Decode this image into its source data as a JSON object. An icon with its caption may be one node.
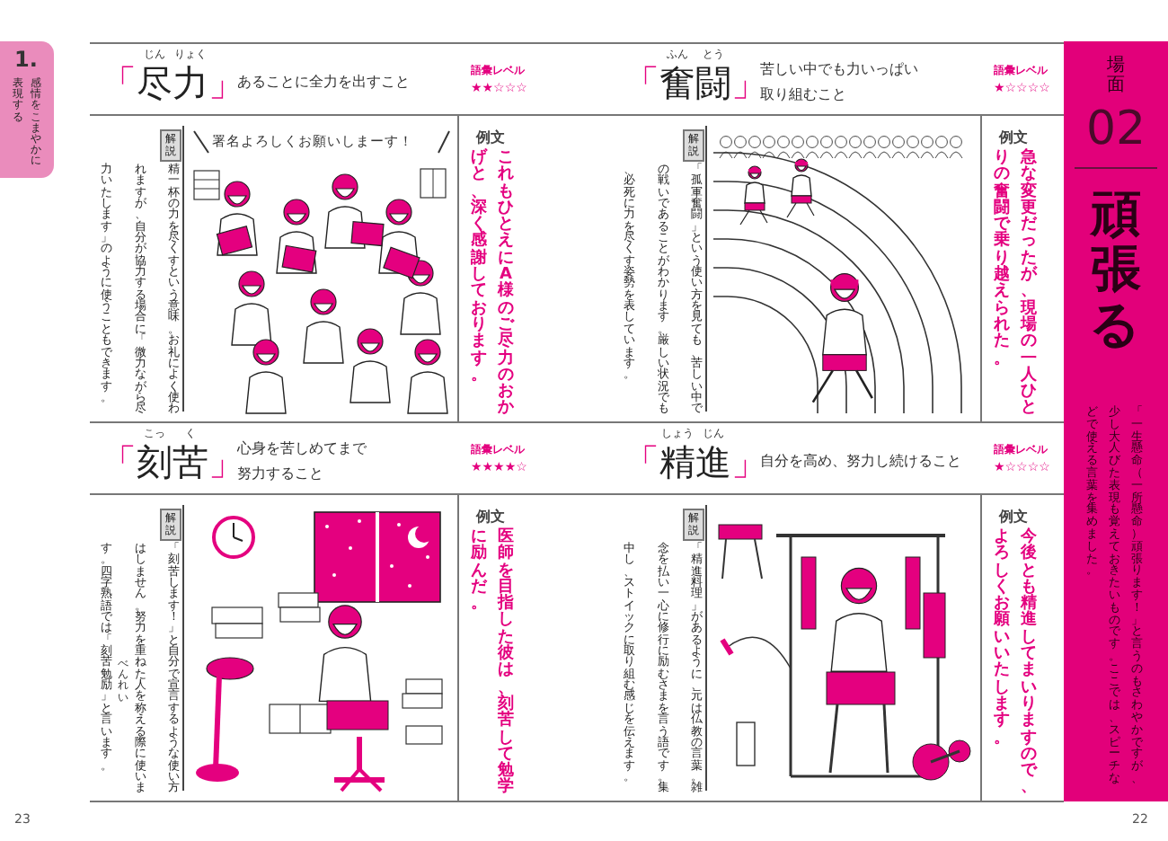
{
  "diagram": {
    "nodes": [
      {
        "text": [
          "1.",
          "感情をこまやかに表現する"
        ]
      },
      {
        "text": [
          "場面",
          "02",
          "頑張る",
          "「一生懸命（一所懸命）頑張ります！」と言うのもさわやかですが、少し大人びた表現も覚えておきたいものです。ここでは、スピーチなどで使える言葉を集めました。"
        ]
      },
      {
        "text": [
          "解説"
        ]
      },
      {
        "text": [
          "解説"
        ]
      },
      {
        "text": [
          "解説"
        ]
      },
      {
        "text": [
          "解説"
        ]
      }
    ],
    "labels": [
      "じん",
      "りょく",
      "「尽力」",
      "あることに全力を出すこと",
      "語彙レベル",
      "★★☆☆☆",
      "精一杯の力を尽くすという意味。お礼によく使われますが、自分が協力する場合に「微力ながら尽力いたします」のように使うこともできます。",
      "署名よろしくお願いしまーす！",
      "例文",
      "これもひとえにA様のご尽力のおかげと、深く感謝しております。",
      "ふん",
      "とう",
      "「奮闘」",
      "苦しい中でも力いっぱい取り組むこと",
      "語彙レベル",
      "★☆☆☆☆",
      "「孤軍奮闘」という使い方を見ても、苦しい中での戦いであることがわかります。厳しい状況でも、必死に力を尽くす姿勢を表しています。",
      "例文",
      "急な変更だったが、現場の一人ひとりの奮闘で乗り越えられた。",
      "こっ",
      "く",
      "「刻苦」",
      "心身を苦しめてまで努力すること",
      "語彙レベル",
      "★★★★☆",
      "「刻苦します！」と自分で宣言するような使い方はしません。努力を重ねた人を称える際に使います。四字熟語では「刻苦勉励」と言います。",
      "べんれい",
      "例文",
      "医師を目指した彼は、刻苦して勉学に励んだ。",
      "しょう",
      "じん",
      "「精進」",
      "自分を高め、努力し続けること",
      "語彙レベル",
      "★☆☆☆☆",
      "「精進料理」があるように、元は仏教の言葉。雑念を払い一心に修行に励むさまを言う語です。集中し、ストイックに取り組む感じを伝えます。",
      "例文",
      "今後とも精進してまいりますので、よろしくお願いいたします。",
      "23",
      "22"
    ]
  }
}
